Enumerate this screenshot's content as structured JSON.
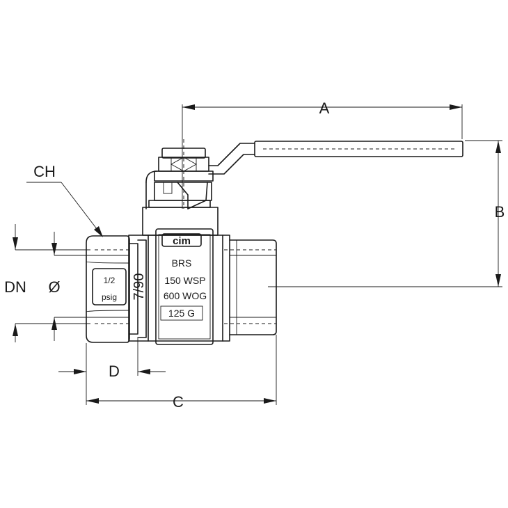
{
  "dimensions": {
    "A": "A",
    "B": "B",
    "C": "C",
    "D": "D",
    "CH": "CH",
    "DN": "DN",
    "diameter": "Ø"
  },
  "body_markings": {
    "logo": "cim",
    "material": "BRS",
    "wsp": "150  WSP",
    "wog": "600  WOG",
    "gas": "125  G"
  },
  "end_markings": {
    "size": "1/2",
    "unit": "psig",
    "rotated": "7/90"
  },
  "colors": {
    "line": "#1a1a1a",
    "background": "#ffffff"
  }
}
